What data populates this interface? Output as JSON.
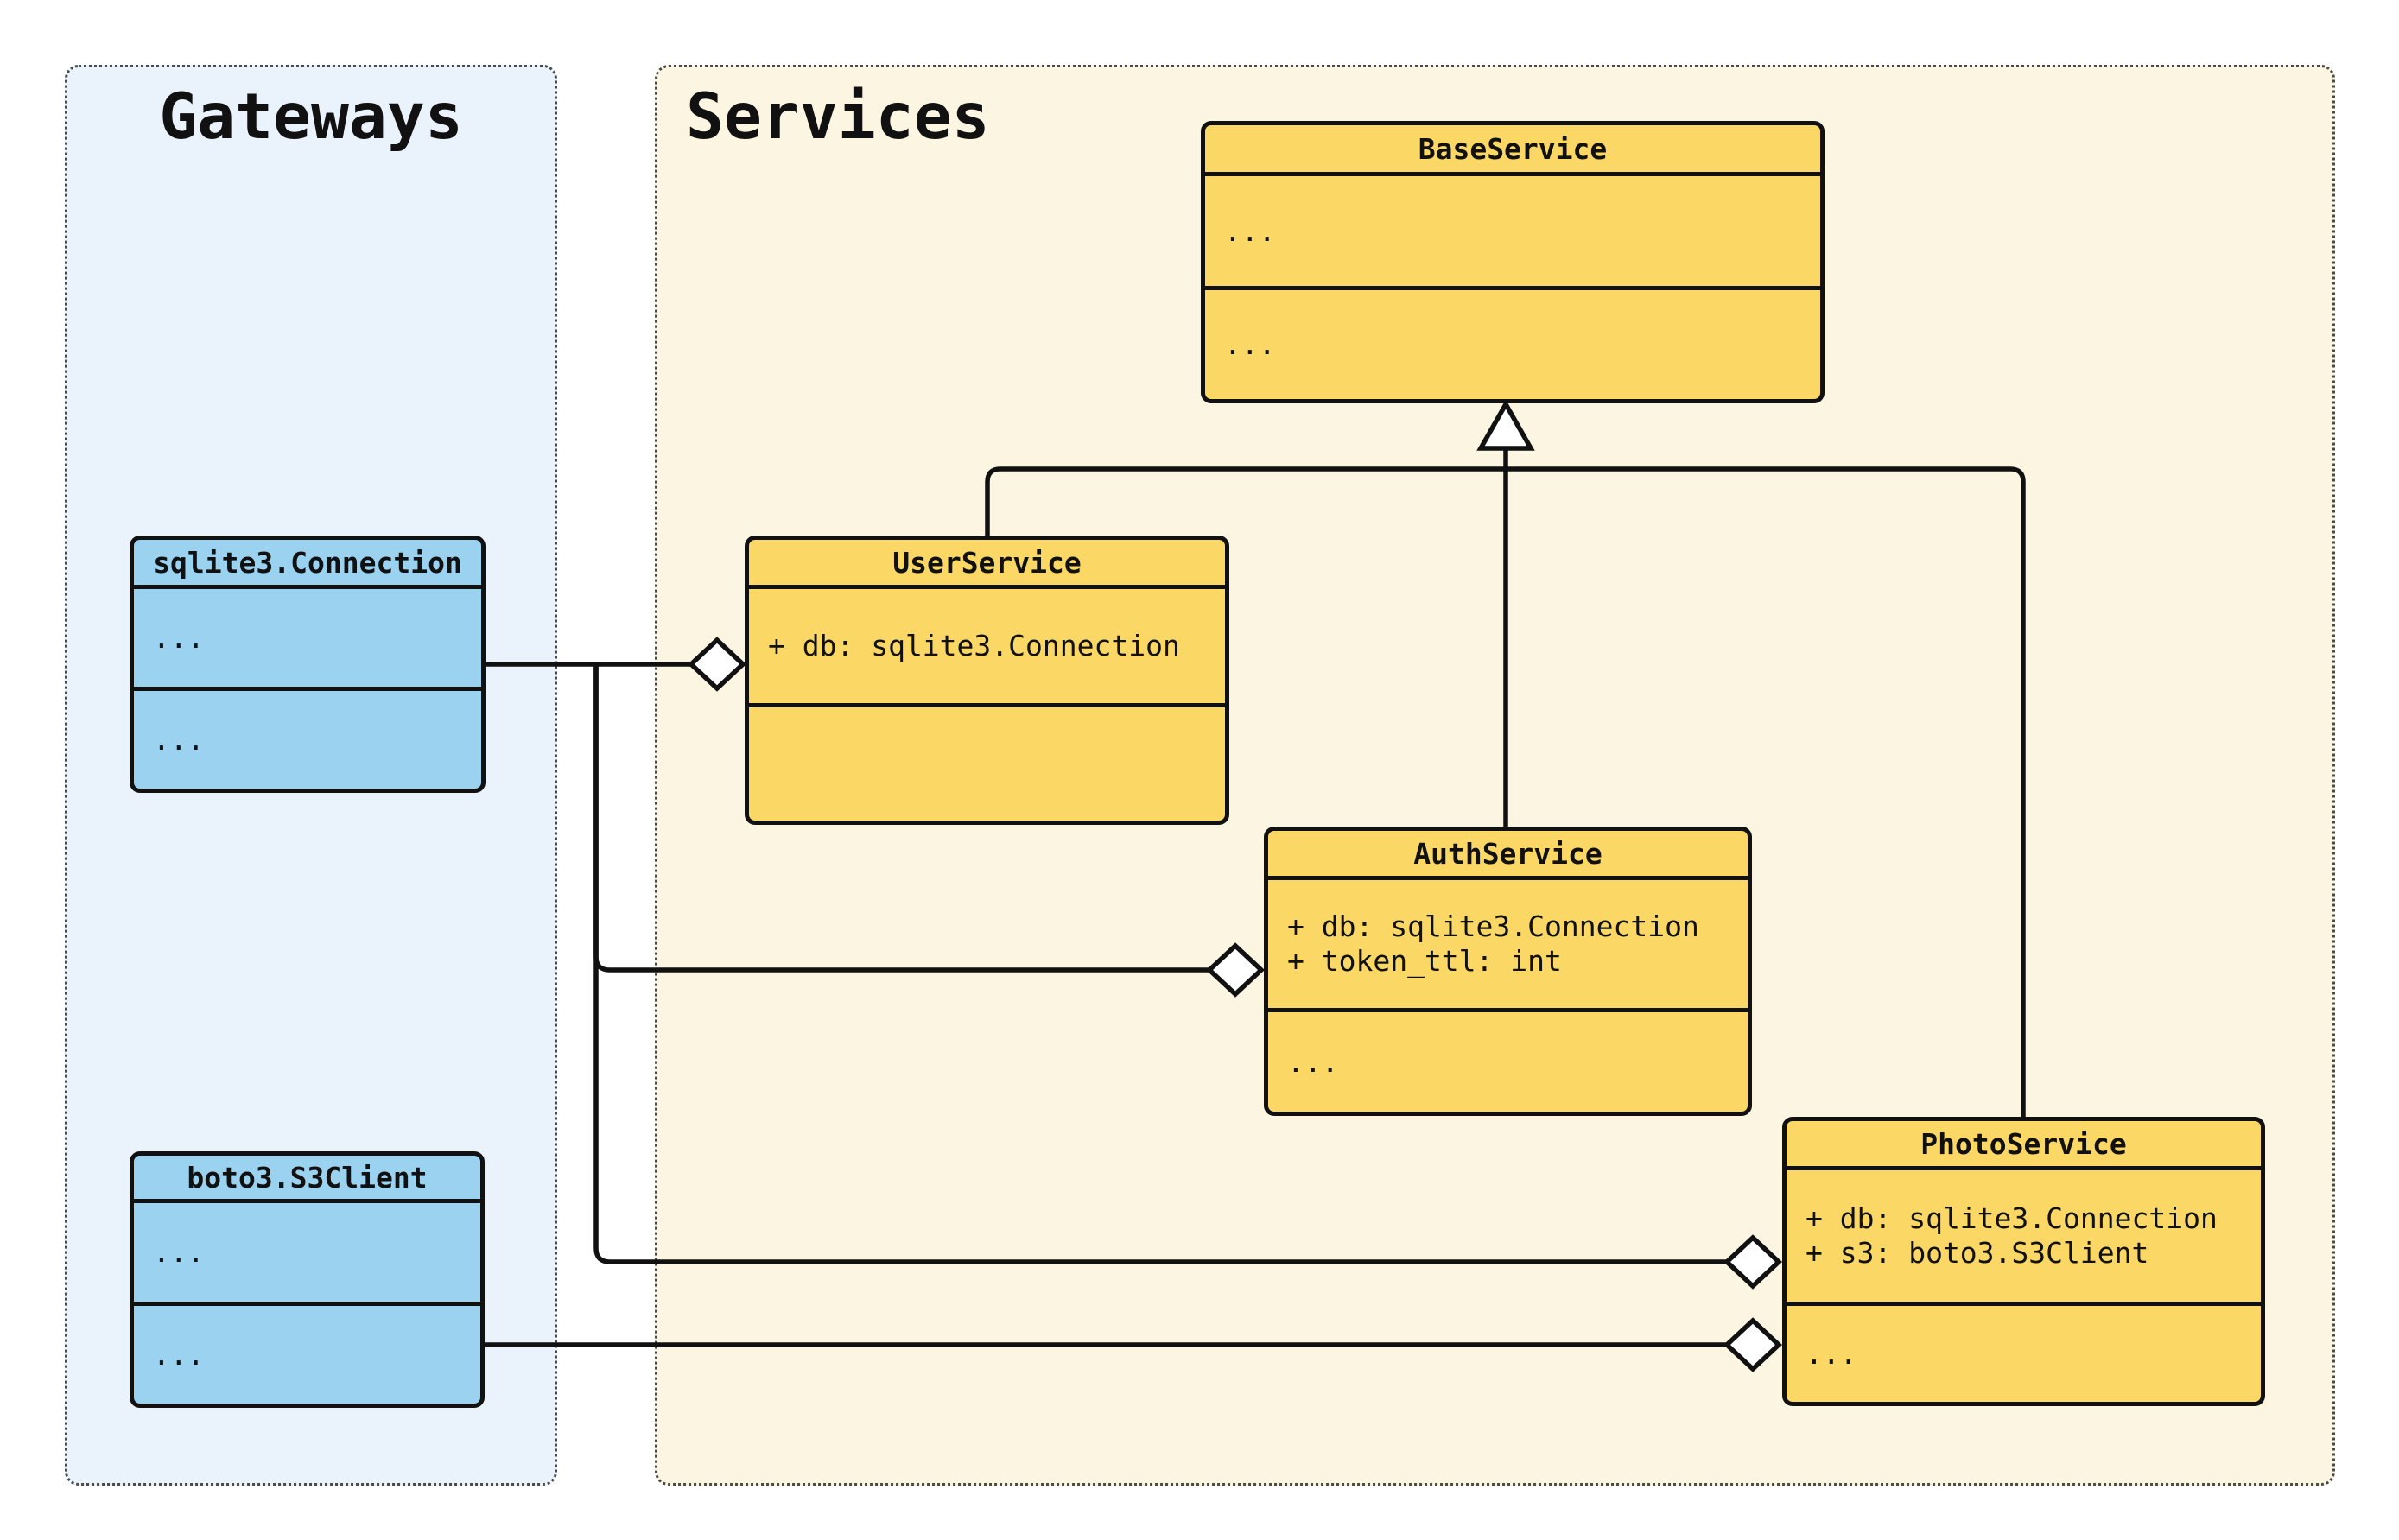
{
  "colors": {
    "page-bg": "#ffffff",
    "gateways-bg": "#EAF2FB",
    "services-bg": "#FCF5E2",
    "gateway-class-fill": "#9AD2F0",
    "service-class-fill": "#FBD765",
    "stroke": "#111111",
    "container-border": "#4a4a4a"
  },
  "groups": {
    "gateways": {
      "title": "Gateways"
    },
    "services": {
      "title": "Services"
    }
  },
  "classes": {
    "base_service": {
      "name": "BaseService",
      "attributes": [
        "..."
      ],
      "methods": [
        "..."
      ]
    },
    "user_service": {
      "name": "UserService",
      "attributes": [
        "+ db: sqlite3.Connection"
      ],
      "methods": [
        ""
      ]
    },
    "auth_service": {
      "name": "AuthService",
      "attributes": [
        "+ db: sqlite3.Connection",
        "+ token_ttl: int"
      ],
      "methods": [
        "..."
      ]
    },
    "photo_service": {
      "name": "PhotoService",
      "attributes": [
        "+ db: sqlite3.Connection",
        "+ s3: boto3.S3Client"
      ],
      "methods": [
        "..."
      ]
    },
    "sqlite_connection": {
      "name": "sqlite3.Connection",
      "attributes": [
        "..."
      ],
      "methods": [
        "..."
      ]
    },
    "boto3_s3client": {
      "name": "boto3.S3Client",
      "attributes": [
        "..."
      ],
      "methods": [
        "..."
      ]
    }
  },
  "relationships": [
    {
      "type": "inheritance",
      "from": "UserService",
      "to": "BaseService"
    },
    {
      "type": "inheritance",
      "from": "AuthService",
      "to": "BaseService"
    },
    {
      "type": "inheritance",
      "from": "PhotoService",
      "to": "BaseService"
    },
    {
      "type": "aggregation",
      "from": "sqlite3.Connection",
      "to": "UserService"
    },
    {
      "type": "aggregation",
      "from": "sqlite3.Connection",
      "to": "AuthService"
    },
    {
      "type": "aggregation",
      "from": "sqlite3.Connection",
      "to": "PhotoService"
    },
    {
      "type": "aggregation",
      "from": "boto3.S3Client",
      "to": "PhotoService"
    }
  ]
}
